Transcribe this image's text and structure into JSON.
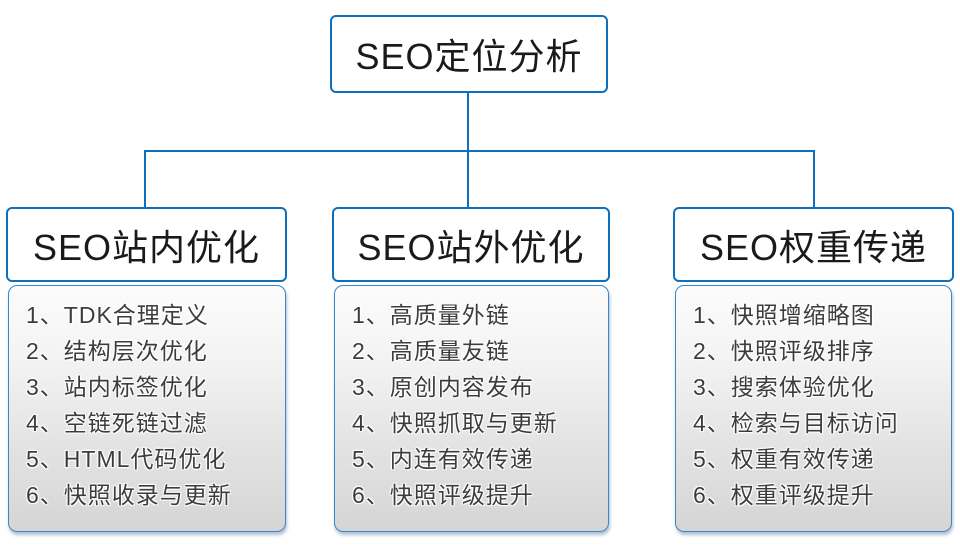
{
  "colors": {
    "accent": "#0e70bd",
    "header_text": "#1a1a1a",
    "item_text": "#3c3c3c"
  },
  "root": {
    "title": "SEO定位分析"
  },
  "columns": [
    {
      "title": "SEO站内优化",
      "items": [
        "1、TDK合理定义",
        "2、结构层次优化",
        "3、站内标签优化",
        "4、空链死链过滤",
        "5、HTML代码优化",
        "6、快照收录与更新"
      ]
    },
    {
      "title": "SEO站外优化",
      "items": [
        "1、高质量外链",
        "2、高质量友链",
        "3、原创内容发布",
        "4、快照抓取与更新",
        "5、内连有效传递",
        "6、快照评级提升"
      ]
    },
    {
      "title": "SEO权重传递",
      "items": [
        "1、快照增缩略图",
        "2、快照评级排序",
        "3、搜索体验优化",
        "4、检索与目标访问",
        "5、权重有效传递",
        "6、权重评级提升"
      ]
    }
  ]
}
